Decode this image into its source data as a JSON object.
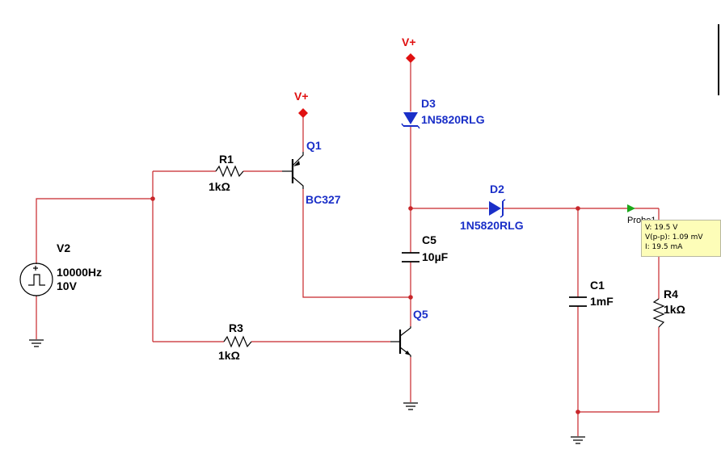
{
  "components": {
    "r1": {
      "name": "R1",
      "value": "1kΩ"
    },
    "r3": {
      "name": "R3",
      "value": "1kΩ"
    },
    "r4": {
      "name": "R4",
      "value": "1kΩ"
    },
    "q1": {
      "name": "Q1",
      "model": "BC327"
    },
    "q5": {
      "name": "Q5"
    },
    "c5": {
      "name": "C5",
      "value": "10µF"
    },
    "c1": {
      "name": "C1",
      "value": "1mF"
    },
    "d3": {
      "name": "D3",
      "model": "1N5820RLG"
    },
    "d2": {
      "name": "D2",
      "model": "1N5820RLG"
    },
    "v2": {
      "name": "V2",
      "freq": "10000Hz",
      "amp": "10V"
    }
  },
  "supplies": {
    "vplus_q1": "V+",
    "vplus_d3": "V+"
  },
  "probe": {
    "label": "Probe1",
    "voltage": "V: 19.5 V",
    "vpp": "V(p-p): 1.09 mV",
    "current": "I: 19.5 mA"
  },
  "colors": {
    "wire": "#c8262a",
    "label": "#1a2fc8",
    "supply": "#e01010",
    "probe_bg": "#fdfdb8",
    "probe_arrow": "#1aa81a"
  }
}
